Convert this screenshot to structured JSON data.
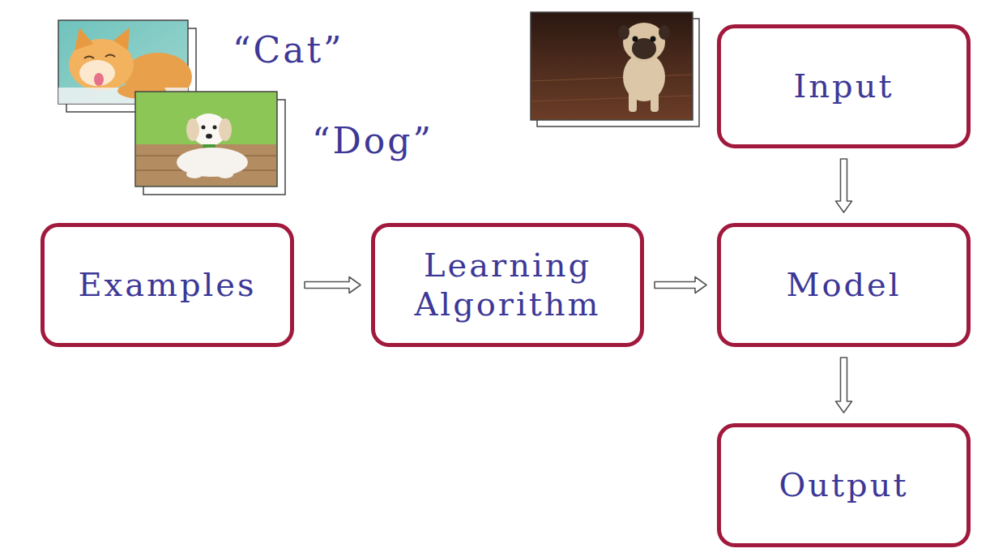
{
  "diagram": {
    "nodes": [
      {
        "text": [
          "Input"
        ]
      },
      {
        "text": [
          "Examples"
        ]
      },
      {
        "text": [
          "Learning Algorithm"
        ]
      },
      {
        "text": [
          "Model"
        ]
      },
      {
        "text": [
          "Output"
        ]
      }
    ],
    "edges": [
      {
        "from": 1,
        "to": 2,
        "arrow": "to"
      },
      {
        "from": 2,
        "to": 3,
        "arrow": "to"
      },
      {
        "from": 0,
        "to": 3,
        "arrow": "to"
      },
      {
        "from": 3,
        "to": 4,
        "arrow": "to"
      }
    ],
    "labels": [
      "“Cat”",
      "“Dog”"
    ]
  }
}
